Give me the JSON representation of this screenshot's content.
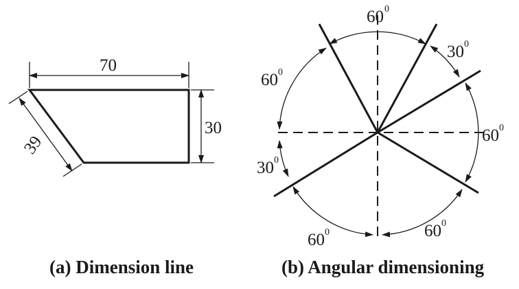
{
  "panel_a": {
    "dim_width": "70",
    "dim_height": "30",
    "dim_slant": "39",
    "caption": "(a) Dimension line"
  },
  "panel_b": {
    "deg": "0",
    "angles": {
      "top": "60",
      "upper_right": "30",
      "upper_left": "60",
      "right": "60",
      "left": "30",
      "bottom_left": "60",
      "bottom_right": "60"
    },
    "caption": "(b) Angular dimensioning"
  },
  "colors": {
    "ink": "#1a1a1a"
  }
}
